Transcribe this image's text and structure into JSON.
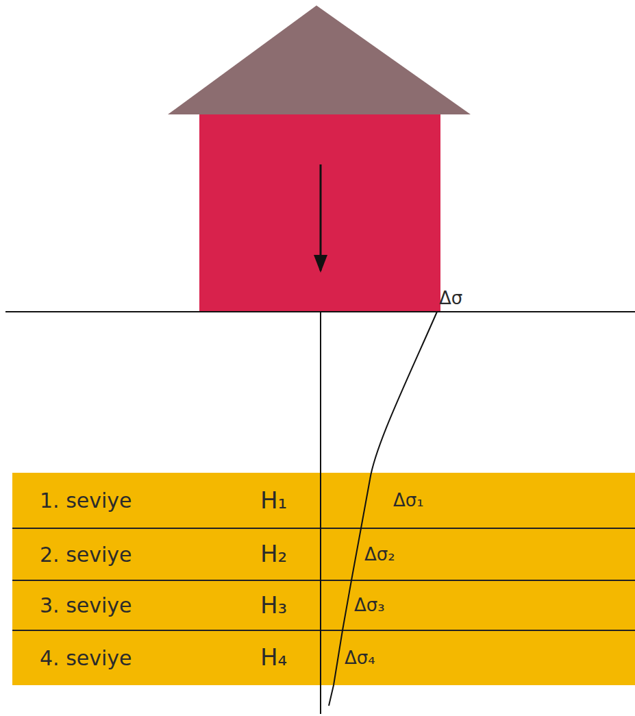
{
  "diagram": {
    "nodes": [
      {
        "text": [
          "1. seviye",
          "H₁",
          "Δσ₁"
        ]
      },
      {
        "text": [
          "2. seviye",
          "H₂",
          "Δσ₂"
        ]
      },
      {
        "text": [
          "3. seviye",
          "H₃",
          "Δσ₃"
        ]
      },
      {
        "text": [
          "4. seviye",
          "H₄",
          "Δσ₄"
        ]
      }
    ],
    "labels": [
      "Δσ"
    ]
  }
}
